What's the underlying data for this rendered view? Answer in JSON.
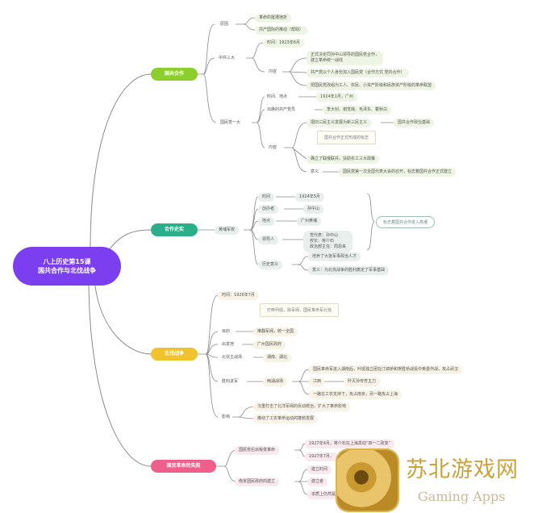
{
  "root": {
    "line1": "八上历史第15课",
    "line2": "国共合作与北伐战争"
  },
  "colors": {
    "root": "#7b3ff0",
    "b1": "#8ccf2c",
    "b2": "#2baf8a",
    "b3": "#f0c22e",
    "b4": "#ee5f8c"
  },
  "b1": {
    "title": "国共合作",
    "reason": {
      "label": "原因",
      "items": [
        "革命的屡遭挫折",
        "共产国际的推动（帮助）"
      ]
    },
    "congress": {
      "label": "中共三大",
      "time": "时间：1923年6月",
      "content_label": "内容",
      "items": [
        "正式决定同孙中山领导的国民党合作，",
        "建立革命统一战线",
        "共产党以个人身份加入国民党（合作方式 党内合作）",
        "把国民党改组为工人、农民、小资产阶级和民族资产阶级的革命联盟"
      ]
    },
    "kmt": {
      "label": "国民党一大",
      "time_label": "时间、地点",
      "time": "1924年1月，广州",
      "delegates_label": "出席的共产党员",
      "delegates": "李大钊、谢觉哉、毛泽东、瞿秋白",
      "content_label": "内容",
      "doctrine": "把旧三民主义发展为新三民主义",
      "doctrine_note": "国共合作政治基础",
      "callout": "国共合作正式形成的标志",
      "policy": "确立了联俄联共，扶助农工三大政策",
      "meaning_label": "意义",
      "meaning": "国民党第一次全国代表大会的召开，标志着国共合作正式建立"
    }
  },
  "b2": {
    "title": "合作史实",
    "school": "黄埔军校",
    "rows": [
      {
        "label": "时间",
        "value": "1924年5月"
      },
      {
        "label": "创办者",
        "value": "孙中山"
      },
      {
        "label": "地点",
        "value": "广州黄埔"
      }
    ],
    "leaders_label": "领导人",
    "leaders": [
      "党代表：孙中山",
      "校长：蒋介石",
      "政治部主任：周恩来"
    ],
    "significance_label": "历史意义",
    "significance": [
      "培养了大批军事政治人才",
      "意义：为北伐战争的胜利奠定了军事基础"
    ],
    "summary": "标志着国共合作进入高潮"
  },
  "b3": {
    "title": "北伐战争",
    "time": "时间：1926年7月",
    "callout": "打倒列强，除军阀，国民革命军北伐",
    "goal_label": "目的",
    "goal": "推翻军阀，统一全国",
    "origin_label": "出发地",
    "origin": "广州国民政府",
    "front_label": "北伐主战场",
    "front": "湖南、湖北",
    "march_label": "胜利进军",
    "march_sub": "两湖战场",
    "march_items": [
      "国民革命军进入湖南后，叶挺独立团在汀泗桥和贺胜桥战役中英勇作战，攻占武汉",
      "江西",
      "一路在工农支持下，攻占南京，另一路攻占上海"
    ],
    "jiangxi_note": "歼灭孙传芳主力",
    "impact_label": "影响",
    "impact": [
      "沉重打击了北洋军阀的反动统治，扩大了革命影响",
      "推动了工农革命运动的蓬勃发展"
    ]
  },
  "b4": {
    "title": "国民革命的失败",
    "betray_label": "国民党右派叛变革命",
    "betray": [
      "1927年4月，蒋介石在上海发动“四一二政变”",
      "1927年7月，"
    ],
    "nanjing_label": "南京国民政府的建立",
    "nanjing": [
      "建立时间",
      "建立者",
      "本质上仍然是…"
    ]
  },
  "watermark": {
    "name": "苏北游戏网",
    "sub": "Gaming Apps"
  }
}
